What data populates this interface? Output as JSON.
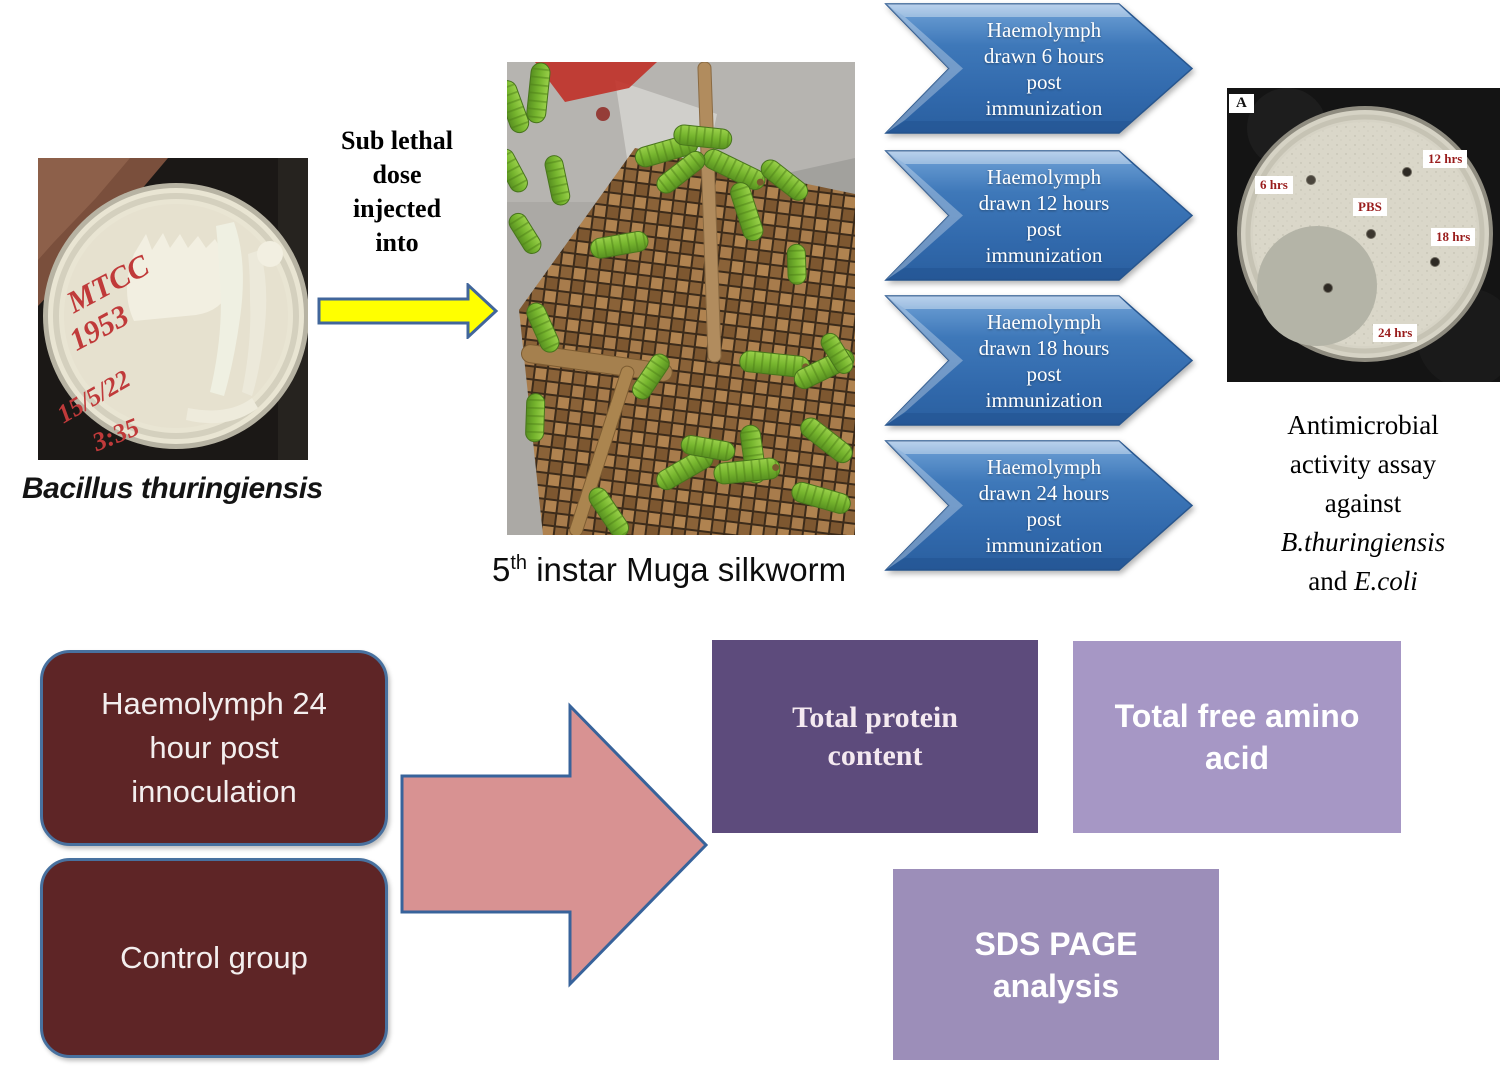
{
  "colors": {
    "blue_arrow": "#3e78b9",
    "yellow_arrow": "#ffff00",
    "pink_arrow": "#d89292",
    "maroon_box": "#5e2526",
    "dark_purple_box": "#5d4b7c",
    "light_purple_box": "#a697c5",
    "sds_purple_box": "#9c8eb9",
    "assay_label_red": "#991c1c"
  },
  "bacteria": {
    "dish_handwriting": [
      "MTCC",
      "1953",
      "15/5/22",
      "3:35"
    ],
    "caption": "Bacillus thuringiensis"
  },
  "injection": {
    "lines": [
      "Sub lethal",
      "dose",
      "injected",
      "into"
    ]
  },
  "silkworm": {
    "number": "5",
    "ordinal": "th",
    "rest": " instar Muga silkworm"
  },
  "timeline": [
    {
      "lines": [
        "Haemolymph",
        "drawn 6 hours",
        "post",
        "immunization"
      ]
    },
    {
      "lines": [
        "Haemolymph",
        "drawn 12 hours",
        "post",
        "immunization"
      ]
    },
    {
      "lines": [
        "Haemolymph",
        "drawn 18 hours",
        "post",
        "immunization"
      ]
    },
    {
      "lines": [
        "Haemolymph",
        "drawn 24 hours",
        "post",
        "immunization"
      ]
    }
  ],
  "assay": {
    "corner_label": "A",
    "well_labels": {
      "h6": "6 hrs",
      "h12": "12 hrs",
      "pbs": "PBS",
      "h18": "18 hrs",
      "h24": "24 hrs"
    },
    "caption": {
      "line1": "Antimicrobial",
      "line2": "activity assay",
      "line3": "against",
      "line4": "B.thuringiensis",
      "line5_normal": "and ",
      "line5_italic": "E.coli"
    }
  },
  "experiment": {
    "group1": "Haemolymph 24 hour post innoculation",
    "group2": "Control group",
    "output1": {
      "line1": "Total protein",
      "line2": "content"
    },
    "output2": {
      "line1": "Total free amino",
      "line2": "acid"
    },
    "output3": {
      "line1": "SDS PAGE",
      "line2": "analysis"
    }
  }
}
